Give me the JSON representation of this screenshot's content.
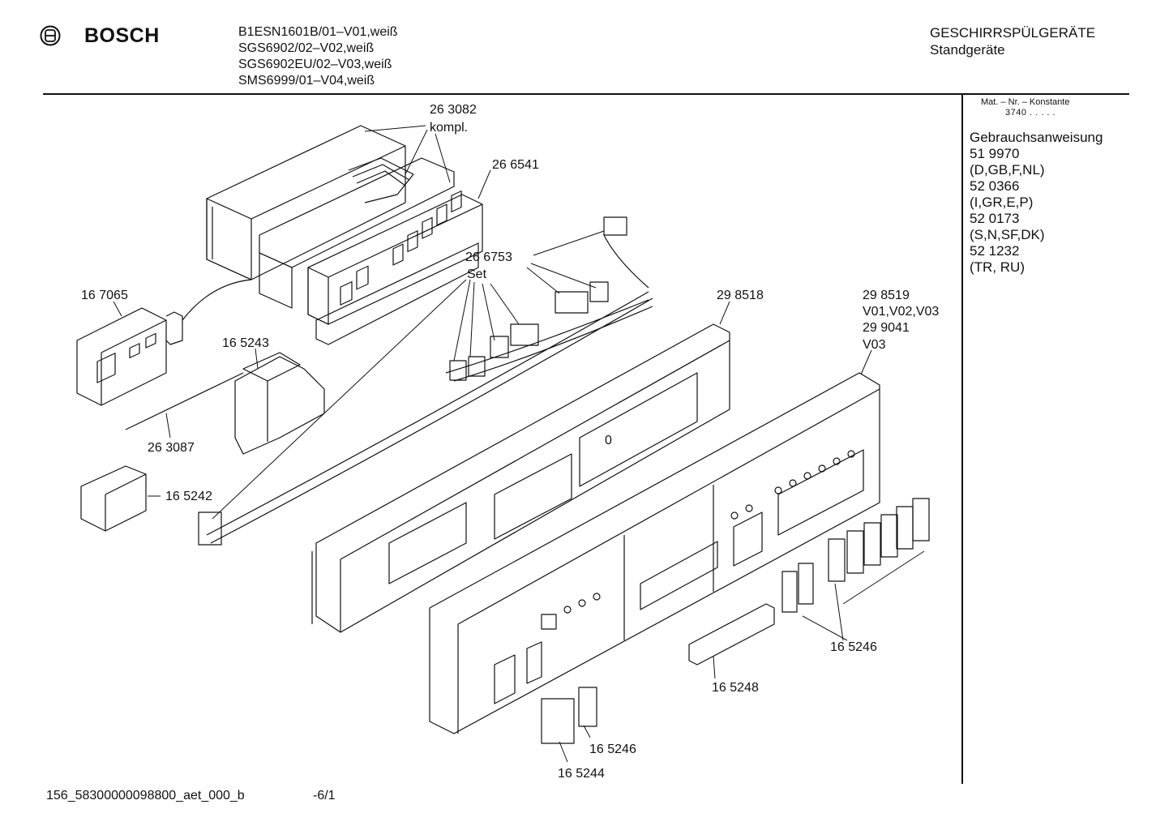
{
  "header": {
    "brand": "BOSCH",
    "models": [
      "B1ESN1601B/01–V01,weiß",
      "SGS6902/02–V02,weiß",
      "SGS6902EU/02–V03,weiß",
      "SMS6999/01–V04,weiß"
    ],
    "category": "GESCHIRRSPÜLGERÄTE",
    "subcategory": "Standgeräte"
  },
  "sidebar": {
    "mat_heading": "Mat. – Nr. – Konstante",
    "mat_value": "3740  .  .  .  .  .",
    "manual_title": "Gebrauchsanweisung",
    "manual_entries": [
      "51 9970",
      "(D,GB,F,NL)",
      "52 0366",
      "(I,GR,E,P)",
      "52 0173",
      "(S,N,SF,DK)",
      "52 1232",
      "(TR, RU)"
    ]
  },
  "parts": {
    "p263082": "26 3082",
    "p263082_note": "kompl.",
    "p266541": "26 6541",
    "p266753": "26 6753",
    "p266753_note": "Set",
    "p167065": "16 7065",
    "p165243": "16 5243",
    "p263087": "26 3087",
    "p165242": "16 5242",
    "p298518": "29 8518",
    "p298519": "29 8519",
    "p298519_note1": "V01,V02,V03",
    "p299041": "29 9041",
    "p299041_note": "V03",
    "p165246_a": "16 5246",
    "p165248": "16 5248",
    "p165246_b": "16 5246",
    "p165244": "16 5244",
    "zero": "0"
  },
  "footer": {
    "code": "156_58300000098800_aet_000_b",
    "page": "-6/1"
  }
}
